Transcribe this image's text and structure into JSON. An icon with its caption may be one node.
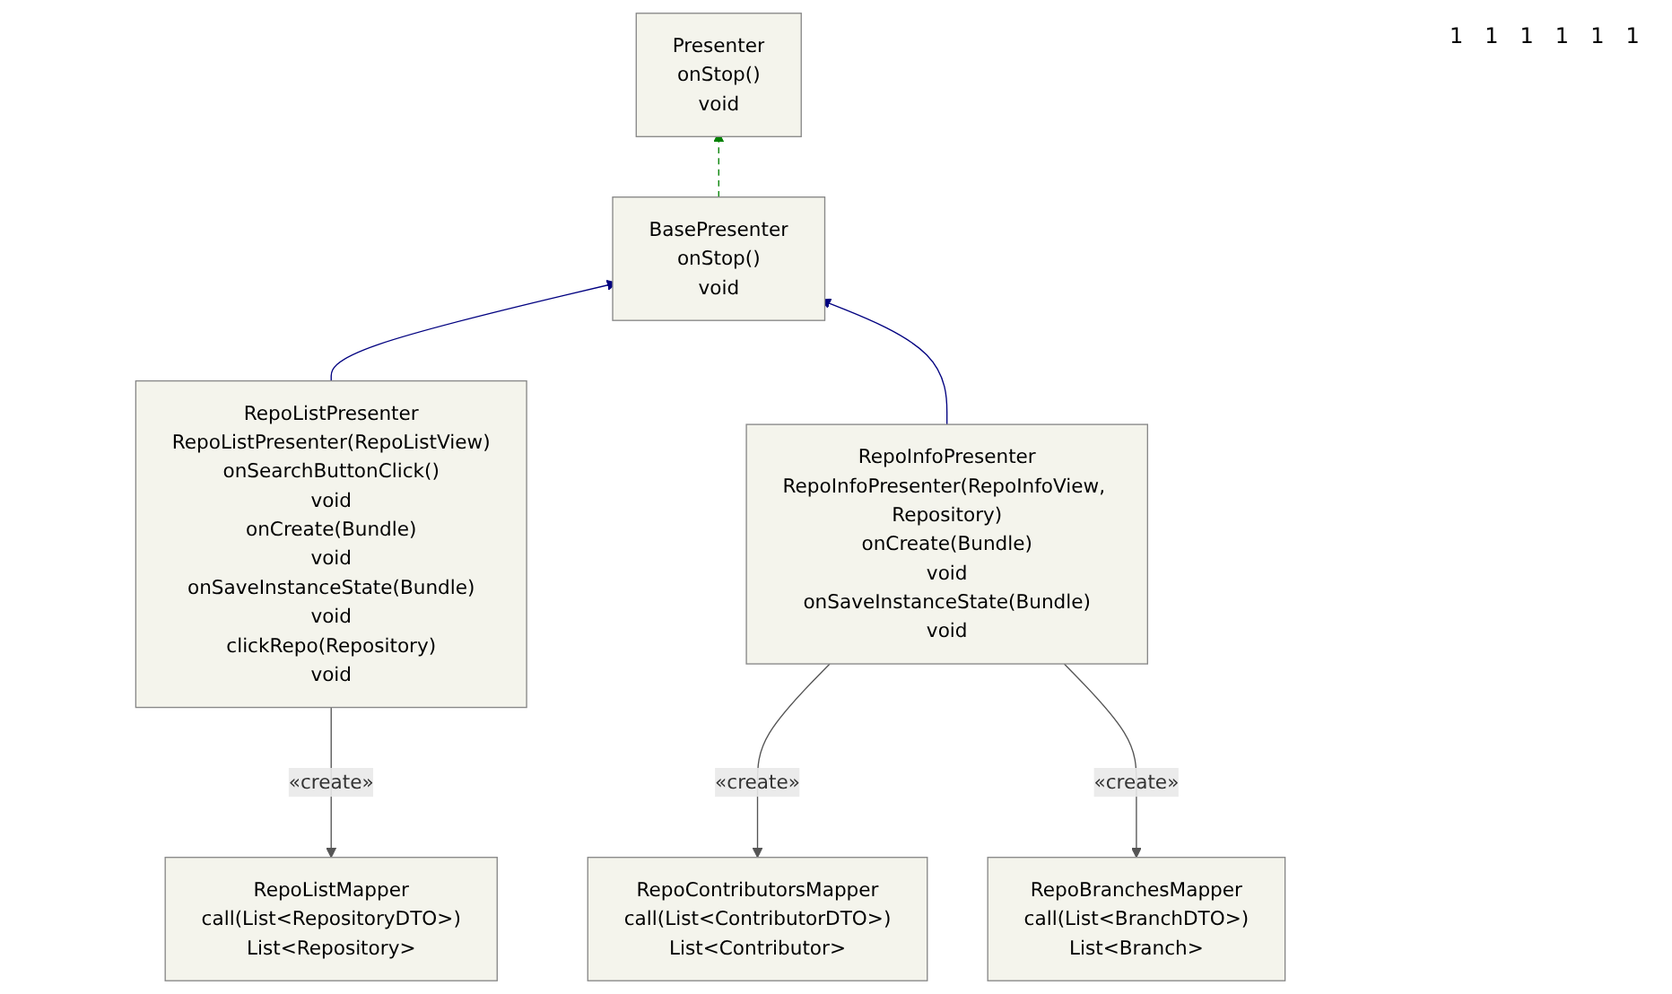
{
  "diagram": {
    "nodes": [
      {
        "text": [
          "Presenter",
          "onStop()",
          "void"
        ]
      },
      {
        "text": [
          "BasePresenter",
          "onStop()",
          "void"
        ]
      },
      {
        "text": [
          "RepoListPresenter",
          "RepoListPresenter(RepoListView)",
          "onSearchButtonClick()",
          "void",
          "onCreate(Bundle)",
          "void",
          "onSaveInstanceState(Bundle)",
          "void",
          "clickRepo(Repository)",
          "void"
        ]
      },
      {
        "text": [
          "RepoInfoPresenter",
          "RepoInfoPresenter(RepoInfoView, Repository)",
          "onCreate(Bundle)",
          "void",
          "onSaveInstanceState(Bundle)",
          "void"
        ]
      },
      {
        "text": [
          "RepoListMapper",
          "call(List<RepositoryDTO>)",
          "List<Repository>"
        ]
      },
      {
        "text": [
          "RepoContributorsMapper",
          "call(List<ContributorDTO>)",
          "List<Contributor>"
        ]
      },
      {
        "text": [
          "RepoBranchesMapper",
          "call(List<BranchDTO>)",
          "List<Branch>"
        ]
      }
    ],
    "edges": [
      {
        "from": 1,
        "to": 0,
        "arrow": "to",
        "style": "dashed",
        "color": "#008000"
      },
      {
        "from": 2,
        "to": 1,
        "arrow": "to",
        "color": "#000080"
      },
      {
        "from": 3,
        "to": 1,
        "arrow": "to",
        "color": "#000080"
      },
      {
        "from": 2,
        "to": 4,
        "arrow": "to",
        "label": "«create»",
        "color": "#555555"
      },
      {
        "from": 3,
        "to": 5,
        "arrow": "to",
        "label": "«create»",
        "color": "#555555"
      },
      {
        "from": 3,
        "to": 6,
        "arrow": "to",
        "label": "«create»",
        "color": "#555555"
      }
    ],
    "labels": [
      "1",
      "1",
      "1",
      "1",
      "1",
      "1"
    ]
  }
}
